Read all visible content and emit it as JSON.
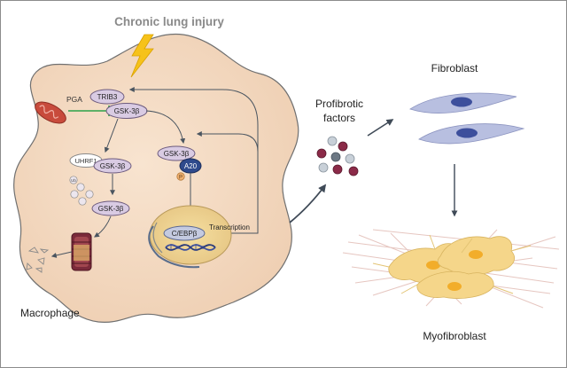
{
  "title": "Chronic lung injury",
  "labels": {
    "macrophage": "Macrophage",
    "profibrotic": [
      "Profibrotic",
      "factors"
    ],
    "fibroblast": "Fibroblast",
    "myofibroblast": "Myofibroblast",
    "pga": "PGA",
    "trib3": "TRIB3",
    "gsk_top": "GSK-3β",
    "uhrf1": "UHRF1",
    "gsk_mid": "GSK-3β",
    "gsk_low": "GSK-3β",
    "gsk_right": "GSK-3β",
    "a20": "A20",
    "phospho": "P",
    "cebp": "C/EBPβ",
    "transcription": "Transcription",
    "ub": "Ub"
  },
  "colors": {
    "cell_fill": "#f5dcc4",
    "cell_stroke": "#707070",
    "protein_fill": "#d9cbe3",
    "a20_fill": "#2f4a8c",
    "lightning": "#f6c21a",
    "inhibition": "#2da24a",
    "fibroblast": "#b8bfe0",
    "fibroblast_nucleus": "#3d4f9c",
    "myofibroblast": "#f5d68a",
    "myo_nucleus": "#f2ad2a",
    "proteasome": "#7b2a3a"
  },
  "icons": [
    "lightning-icon",
    "mitochondrion-icon",
    "proteasome-icon",
    "dna-helix-icon"
  ]
}
